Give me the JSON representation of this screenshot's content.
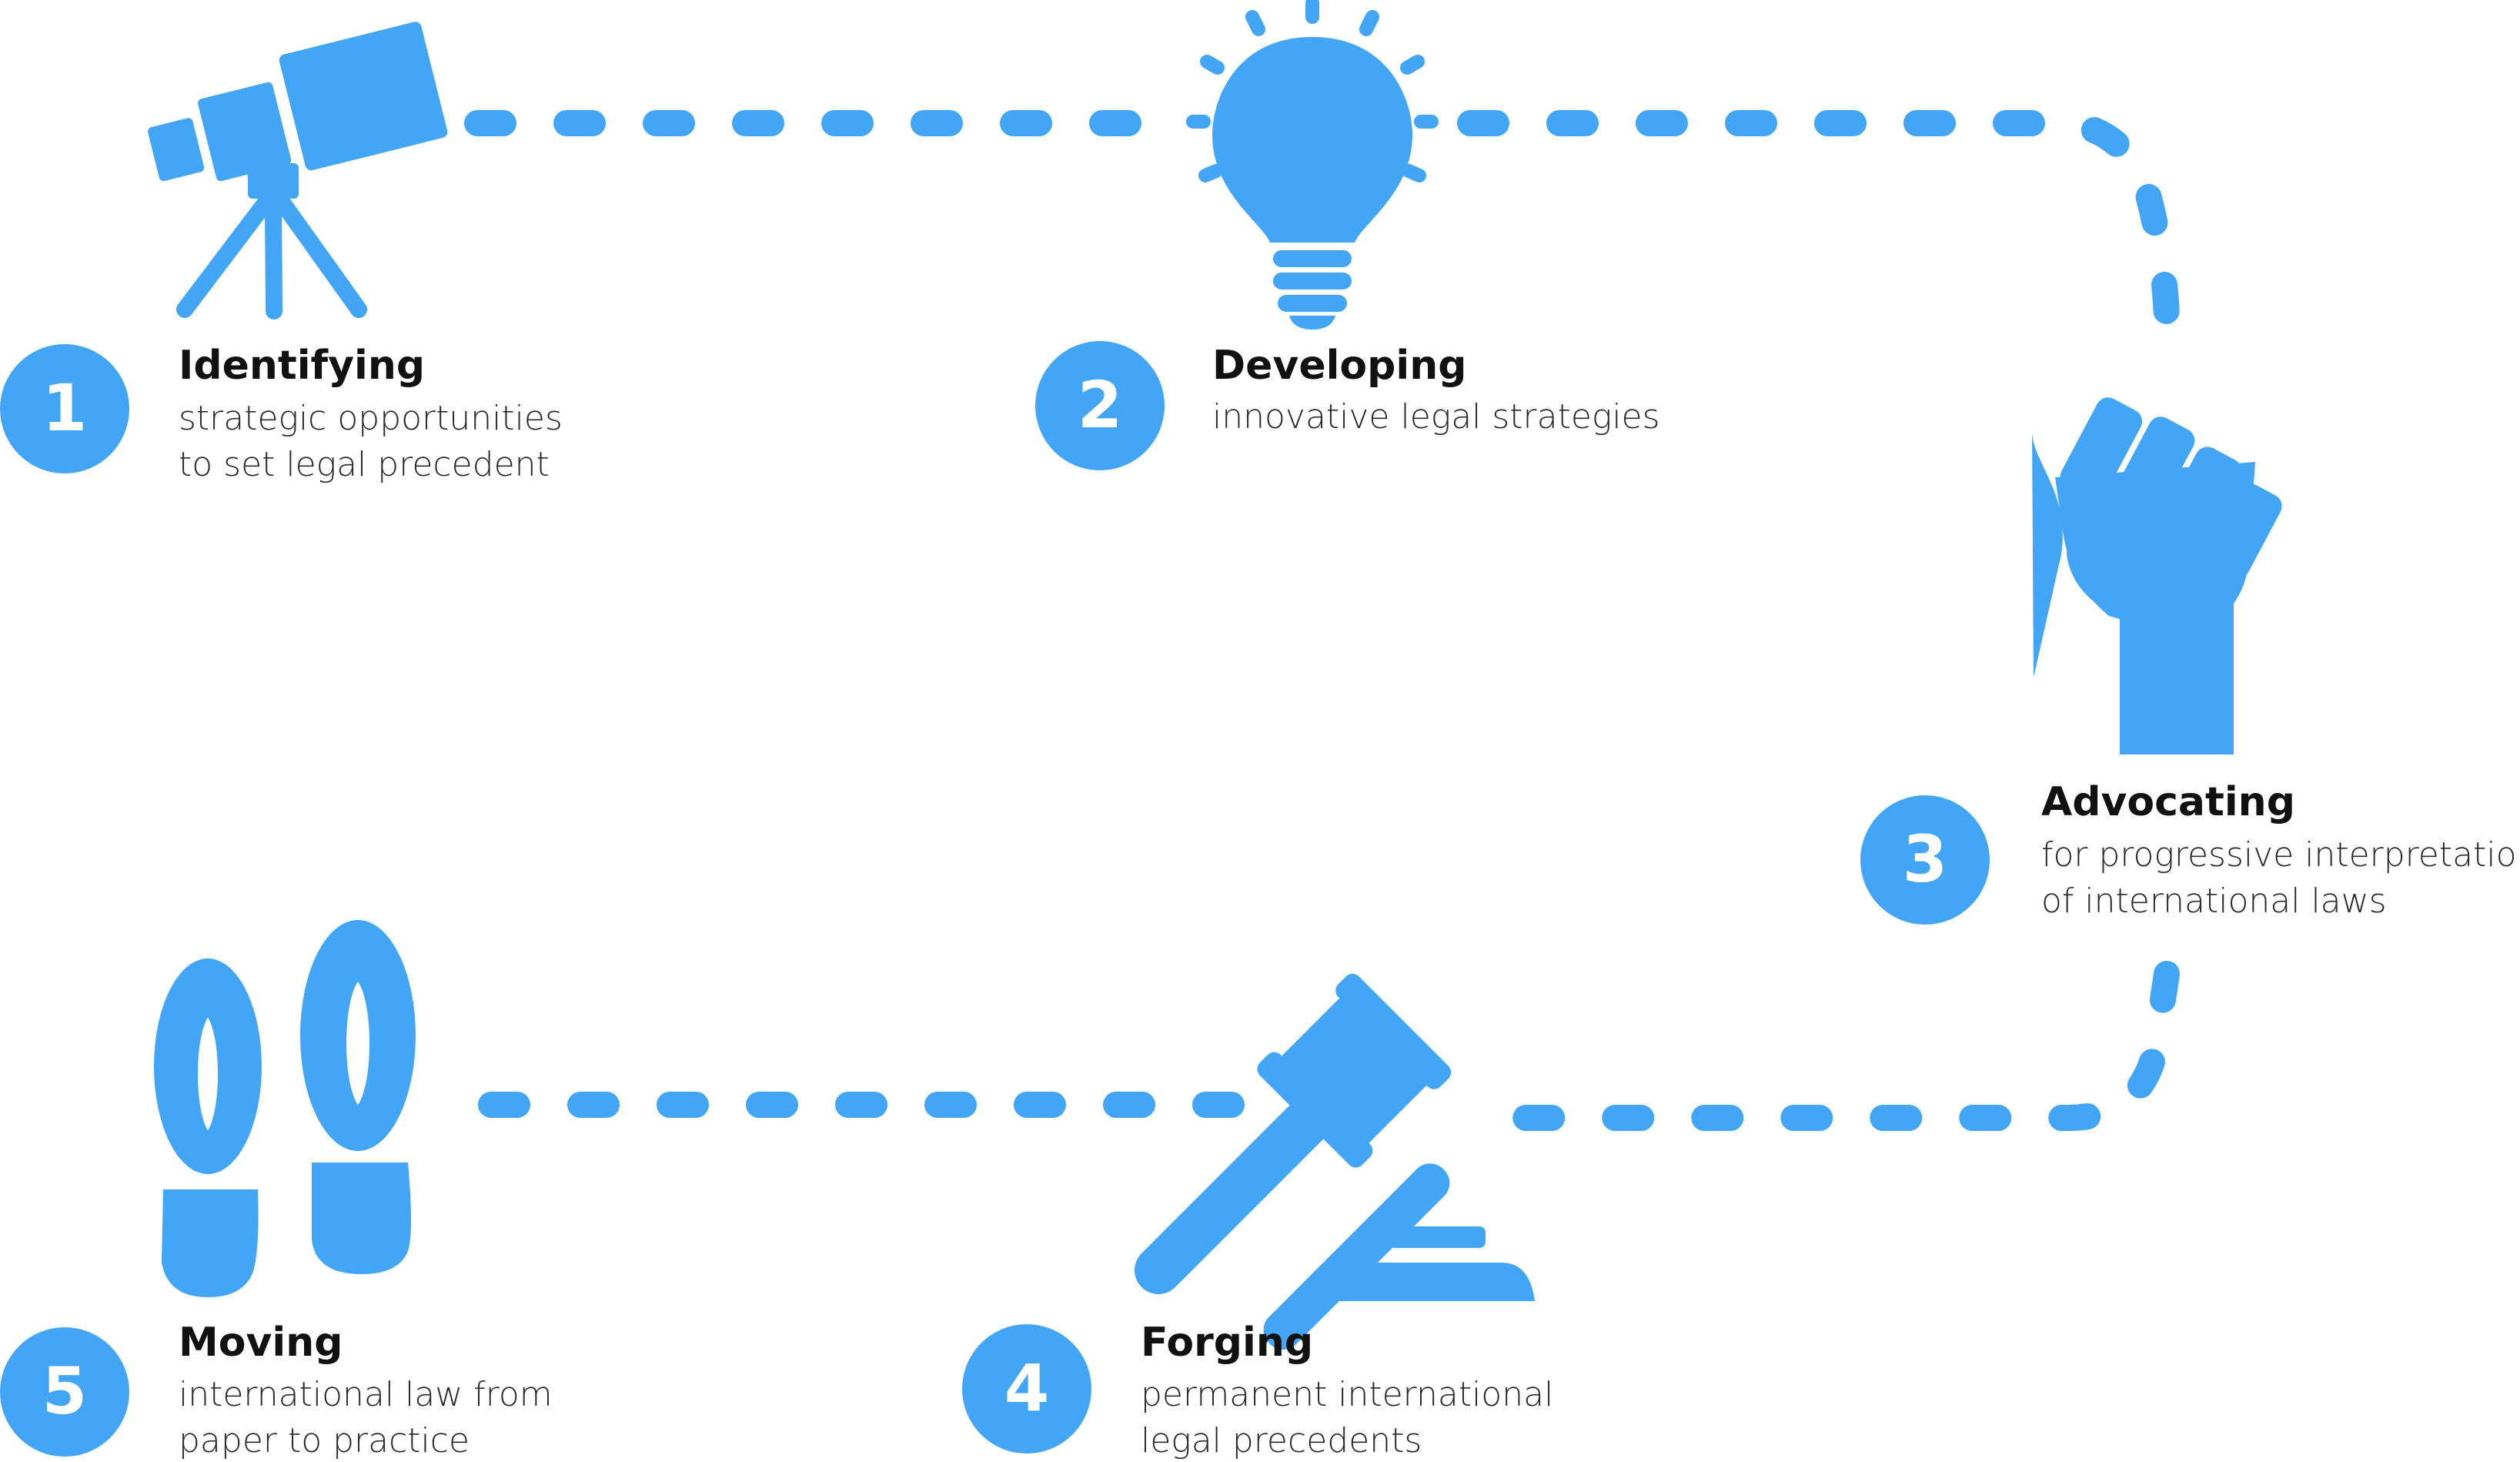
{
  "colors": {
    "accent": "#42a5f5",
    "title_text": "#111111",
    "body_text": "#2a2a2a",
    "background": "#ffffff"
  },
  "steps": [
    {
      "number": "1",
      "title": "Identifying",
      "desc": [
        "strategic opportunities",
        "to set legal precedent"
      ],
      "icon": "telescope-icon"
    },
    {
      "number": "2",
      "title": "Developing",
      "desc": [
        "innovative legal strategies"
      ],
      "icon": "lightbulb-icon"
    },
    {
      "number": "3",
      "title": "Advocating",
      "desc": [
        "for progressive interpretation",
        "of international laws"
      ],
      "icon": "raised-fist-icon"
    },
    {
      "number": "4",
      "title": "Forging",
      "desc": [
        "permanent international",
        "legal precedents"
      ],
      "icon": "gavel-icon"
    },
    {
      "number": "5",
      "title": "Moving",
      "desc": [
        "international law from",
        "paper to practice"
      ],
      "icon": "footprints-icon"
    }
  ]
}
